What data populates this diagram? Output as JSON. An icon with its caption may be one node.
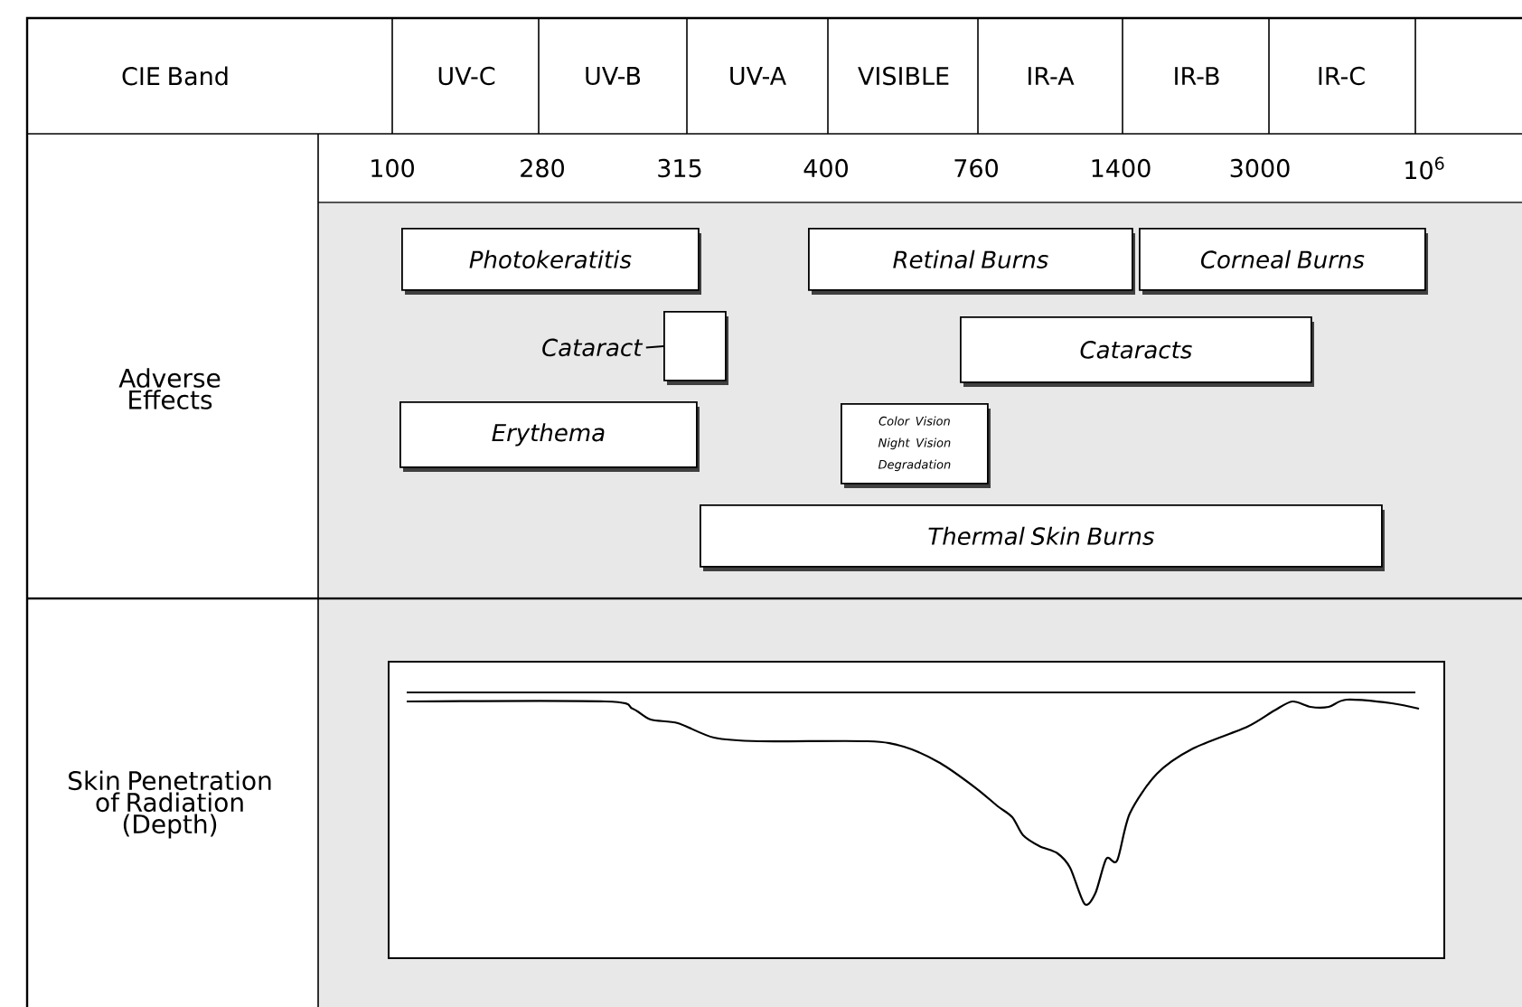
{
  "diagram": {
    "nodes": [
      {
        "text": [
          "Photokeratitis"
        ]
      },
      {
        "text": [
          "Retinal Burns"
        ]
      },
      {
        "text": [
          "Corneal Burns"
        ]
      },
      {
        "text": [
          "Cataract"
        ]
      },
      {
        "text": [],
        "shape": "box"
      },
      {
        "text": [
          "Cataracts"
        ]
      },
      {
        "text": [
          "Erythema"
        ]
      },
      {
        "text": [
          "Color Vision Night Vision Degradation"
        ]
      },
      {
        "text": [
          "Thermal Skin Burns"
        ]
      }
    ],
    "edges": [
      {
        "from": 3,
        "to": 4,
        "arrow": "none"
      }
    ],
    "labels": [
      "CIE Band",
      "UV-C",
      "UV-B",
      "UV-A",
      "VISIBLE",
      "IR-A",
      "IR-B",
      "IR-C",
      "100",
      "280",
      "315",
      "400",
      "760",
      "1400",
      "3000",
      "10$^{6}$",
      "Adverse Effects",
      "Skin Penetration of Radiation (Depth)"
    ]
  }
}
